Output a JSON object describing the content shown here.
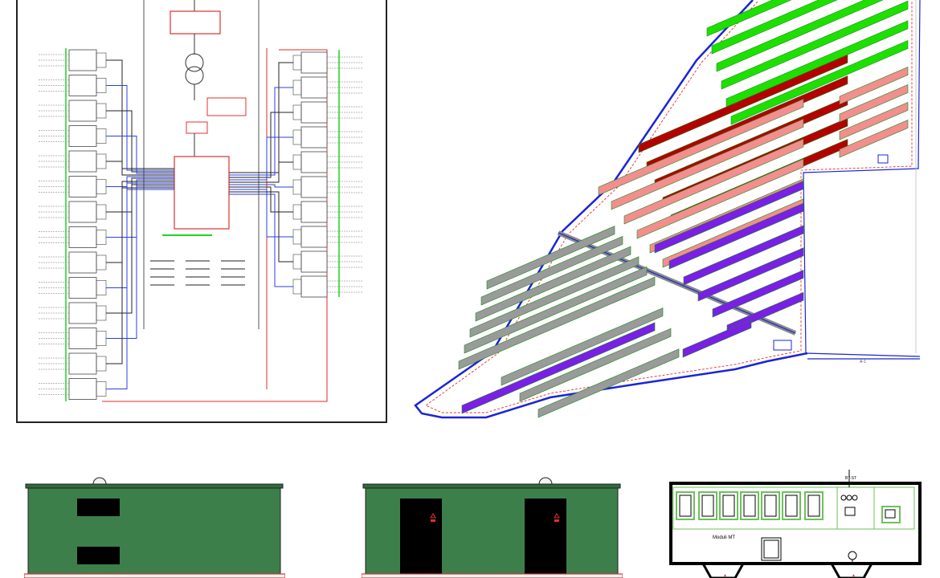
{
  "colors": {
    "green_zone": "#1ee000",
    "red_zone": "#b40000",
    "salmon_zone": "#f28e8e",
    "purple_zone": "#7a1fe6",
    "grey_zone": "#9a9a9a",
    "boundary_blue": "#1a24d8",
    "boundary_red": "#e03030",
    "cabin_green": "#3d7f4a",
    "cable_blue": "#2b3fe0",
    "cable_red": "#e22b2b",
    "cable_green": "#1fd41f"
  },
  "schematic": {
    "left_block_count": 14,
    "right_block_count": 10
  },
  "layout": {
    "road_label": "A-1",
    "zone_labels": []
  },
  "plan": {
    "modules_label": "Moduli MT",
    "top_label": "BT-ST"
  }
}
